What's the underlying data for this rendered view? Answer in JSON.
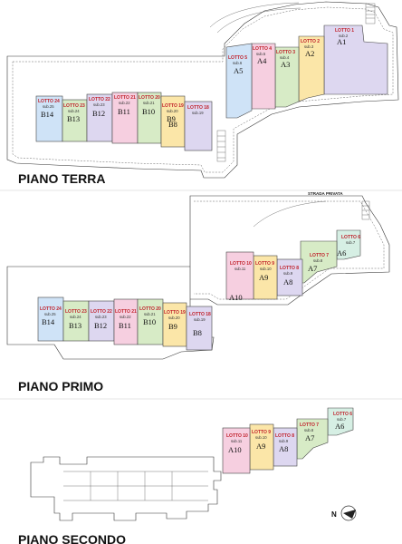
{
  "colors": {
    "blue": "#cfe3f7",
    "yellow": "#fbe6a8",
    "green": "#d7ebc6",
    "pink": "#f6cfe0",
    "lavender": "#ddd7f0",
    "mint": "#d6efe4",
    "accent_red": "#c0202a"
  },
  "floors": [
    {
      "title": "PIANO TERRA",
      "lots": [
        {
          "id": "t-a1",
          "lotto": "LOTTO 1",
          "sub": "sub.2",
          "code": "A1",
          "color": "lavender"
        },
        {
          "id": "t-a2",
          "lotto": "LOTTO 2",
          "sub": "sub.3",
          "code": "A2",
          "color": "yellow"
        },
        {
          "id": "t-a3",
          "lotto": "LOTTO 3",
          "sub": "sub.4",
          "code": "A3",
          "color": "green"
        },
        {
          "id": "t-a4",
          "lotto": "LOTTO 4",
          "sub": "sub.5",
          "code": "A4",
          "color": "pink"
        },
        {
          "id": "t-a5",
          "lotto": "LOTTO 5",
          "sub": "sub.6",
          "code": "A5",
          "color": "blue"
        },
        {
          "id": "t-b14",
          "lotto": "LOTTO 24",
          "sub": "sub.25",
          "code": "B14",
          "color": "blue"
        },
        {
          "id": "t-b13",
          "lotto": "LOTTO 23",
          "sub": "sub.24",
          "code": "B13",
          "color": "green"
        },
        {
          "id": "t-b12",
          "lotto": "LOTTO 22",
          "sub": "sub.23",
          "code": "B12",
          "color": "lavender"
        },
        {
          "id": "t-b11",
          "lotto": "LOTTO 21",
          "sub": "sub.22",
          "code": "B11",
          "color": "pink"
        },
        {
          "id": "t-b10",
          "lotto": "LOTTO 20",
          "sub": "sub.21",
          "code": "B10",
          "color": "green"
        },
        {
          "id": "t-b9",
          "lotto": "LOTTO 19",
          "sub": "sub.20",
          "code": "B9",
          "color": "yellow"
        },
        {
          "id": "t-b8",
          "lotto": "LOTTO 18",
          "sub": "sub.19",
          "code": "B8",
          "color": "lavender"
        }
      ]
    },
    {
      "title": "PIANO PRIMO",
      "road": "STRADA PRIVATA",
      "lots": [
        {
          "id": "p-a6",
          "lotto": "LOTTO 6",
          "sub": "sub.7",
          "code": "A6",
          "color": "mint"
        },
        {
          "id": "p-a7",
          "lotto": "LOTTO 7",
          "sub": "sub.8",
          "code": "A7",
          "color": "green"
        },
        {
          "id": "p-a8",
          "lotto": "LOTTO 8",
          "sub": "sub.9",
          "code": "A8",
          "color": "lavender"
        },
        {
          "id": "p-a9",
          "lotto": "LOTTO 9",
          "sub": "sub.10",
          "code": "A9",
          "color": "yellow"
        },
        {
          "id": "p-a10",
          "lotto": "LOTTO 10",
          "sub": "sub.11",
          "code": "A10",
          "color": "pink"
        },
        {
          "id": "p-b14",
          "lotto": "LOTTO 24",
          "sub": "sub.25",
          "code": "B14",
          "color": "blue"
        },
        {
          "id": "p-b13",
          "lotto": "LOTTO 23",
          "sub": "sub.24",
          "code": "B13",
          "color": "green"
        },
        {
          "id": "p-b12",
          "lotto": "LOTTO 22",
          "sub": "sub.23",
          "code": "B12",
          "color": "lavender"
        },
        {
          "id": "p-b11",
          "lotto": "LOTTO 21",
          "sub": "sub.22",
          "code": "B11",
          "color": "pink"
        },
        {
          "id": "p-b10",
          "lotto": "LOTTO 20",
          "sub": "sub.21",
          "code": "B10",
          "color": "green"
        },
        {
          "id": "p-b9",
          "lotto": "LOTTO 19",
          "sub": "sub.20",
          "code": "B9",
          "color": "yellow"
        },
        {
          "id": "p-b8",
          "lotto": "LOTTO 18",
          "sub": "sub.19",
          "code": "B8",
          "color": "lavender"
        }
      ]
    },
    {
      "title": "PIANO SECONDO",
      "compass": "N",
      "lots": [
        {
          "id": "s-a6",
          "lotto": "LOTTO 6",
          "sub": "sub.7",
          "code": "A6",
          "color": "mint"
        },
        {
          "id": "s-a7",
          "lotto": "LOTTO 7",
          "sub": "sub.8",
          "code": "A7",
          "color": "green"
        },
        {
          "id": "s-a8",
          "lotto": "LOTTO 8",
          "sub": "sub.9",
          "code": "A8",
          "color": "lavender"
        },
        {
          "id": "s-a9",
          "lotto": "LOTTO 9",
          "sub": "sub.10",
          "code": "A9",
          "color": "yellow"
        },
        {
          "id": "s-a10",
          "lotto": "LOTTO 10",
          "sub": "sub.11",
          "code": "A10",
          "color": "pink"
        }
      ]
    }
  ]
}
